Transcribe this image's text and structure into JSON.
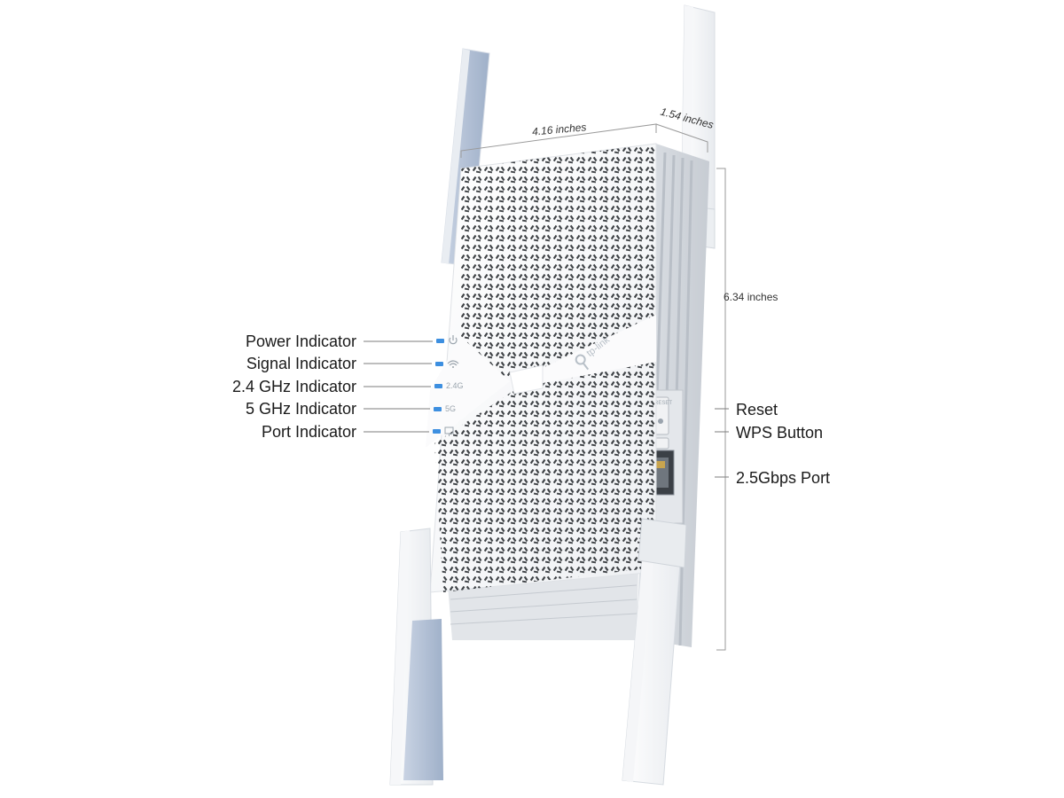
{
  "dimensions": {
    "width": "4.16 inches",
    "depth": "1.54 inches",
    "height": "6.34 inches"
  },
  "front_callouts": [
    {
      "label": "Power Indicator"
    },
    {
      "label": "Signal Indicator"
    },
    {
      "label": "2.4 GHz Indicator"
    },
    {
      "label": "5 GHz Indicator"
    },
    {
      "label": "Port Indicator"
    }
  ],
  "side_callouts": [
    {
      "label": "Reset"
    },
    {
      "label": "WPS Button"
    },
    {
      "label": "2.5Gbps Port"
    }
  ],
  "led_marks": {
    "band24": "2.4G",
    "band5": "5G"
  },
  "brand": "tp-link",
  "side_button_text": "RESET",
  "colors": {
    "led_blue": "#3d8fe0",
    "antenna_blue": "#b7c4d9",
    "body": "#f5f6f8"
  },
  "icons": {
    "power": "power-icon",
    "signal": "wifi-signal-icon",
    "port": "ethernet-port-icon",
    "brand": "tp-link-logo-icon"
  }
}
